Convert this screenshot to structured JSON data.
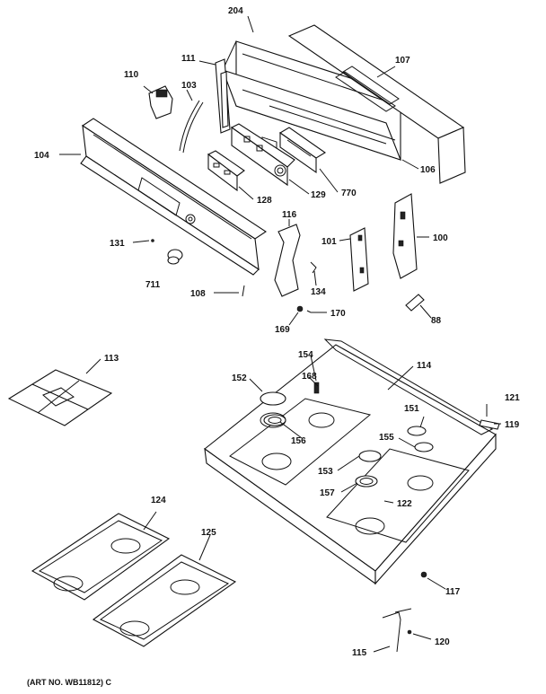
{
  "labels": {
    "p204": "204",
    "p107": "107",
    "p111": "111",
    "p110": "110",
    "p103": "103",
    "p104": "104",
    "p106": "106",
    "p128": "128",
    "p129": "129",
    "p770": "770",
    "p116": "116",
    "p101": "101",
    "p100": "100",
    "p131": "131",
    "p711": "711",
    "p108": "108",
    "p134": "134",
    "p169": "169",
    "p170": "170",
    "p88": "88",
    "p113": "113",
    "p154": "154",
    "p114": "114",
    "p152": "152",
    "p168": "168",
    "p121": "121",
    "p151": "151",
    "p119": "119",
    "p156": "156",
    "p155": "155",
    "p153": "153",
    "p157": "157",
    "p122": "122",
    "p124": "124",
    "p125": "125",
    "p117": "117",
    "p115": "115",
    "p120": "120"
  },
  "footer": {
    "art_no": "(ART NO. WB11812) C"
  }
}
